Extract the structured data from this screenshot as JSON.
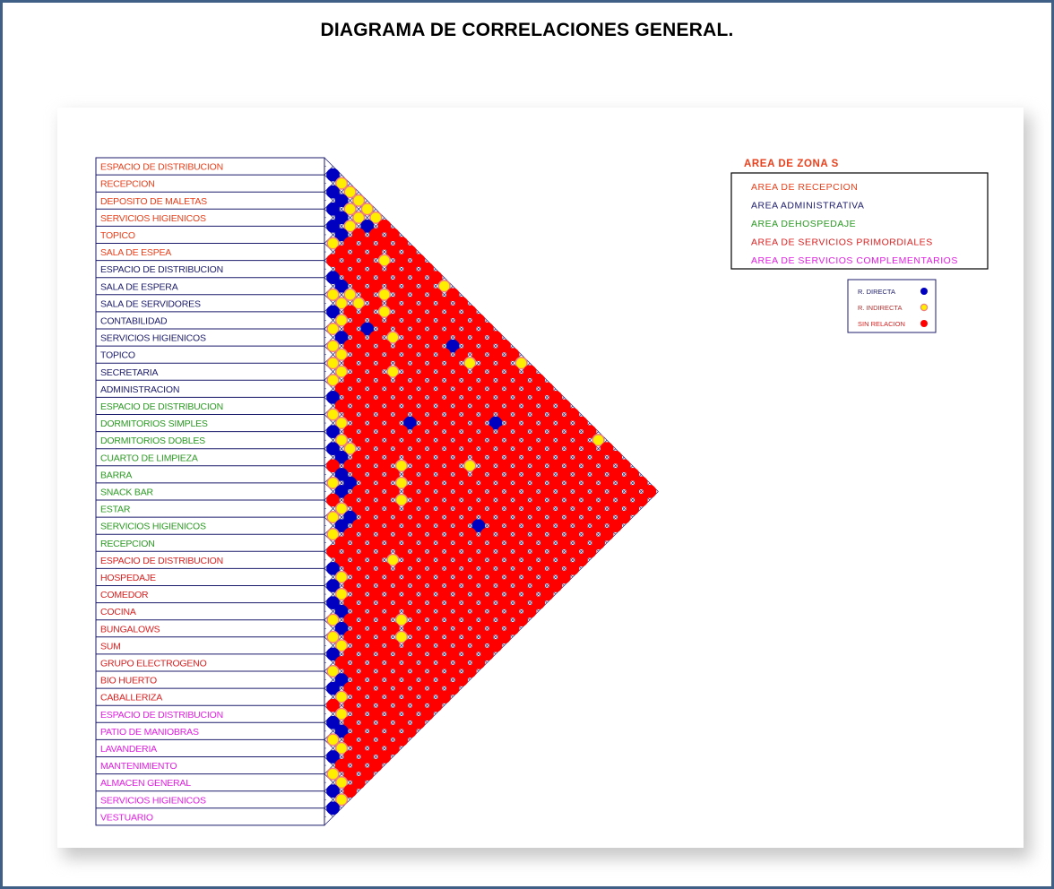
{
  "title": "DIAGRAMA DE CORRELACIONES GENERAL",
  "title_suffix": ".",
  "colors": {
    "direct": "#0000c0",
    "indirect": "#ffee00",
    "none": "#ff0000",
    "zone_recepcion": "#e8401c",
    "zone_administrativa": "#1b1b6b",
    "zone_hospedaje": "#2a9a22",
    "zone_primordiales": "#d82020",
    "zone_complementarios": "#e020e0",
    "frame": "#3f5f86"
  },
  "rows": [
    {
      "label": "ESPACIO DE DISTRIBUCION",
      "zone": "recepcion"
    },
    {
      "label": "RECEPCION",
      "zone": "recepcion"
    },
    {
      "label": "DEPOSITO DE MALETAS",
      "zone": "recepcion"
    },
    {
      "label": "SERVICIOS HIGIENICOS",
      "zone": "recepcion"
    },
    {
      "label": "TOPICO",
      "zone": "recepcion"
    },
    {
      "label": "SALA DE ESPEA",
      "zone": "recepcion"
    },
    {
      "label": "ESPACIO DE DISTRIBUCION",
      "zone": "administrativa"
    },
    {
      "label": "SALA DE ESPERA",
      "zone": "administrativa"
    },
    {
      "label": "SALA DE SERVIDORES",
      "zone": "administrativa"
    },
    {
      "label": "CONTABILIDAD",
      "zone": "administrativa"
    },
    {
      "label": "SERVICIOS HIGIENICOS",
      "zone": "administrativa"
    },
    {
      "label": "TOPICO",
      "zone": "administrativa"
    },
    {
      "label": "SECRETARIA",
      "zone": "administrativa"
    },
    {
      "label": "ADMINISTRACION",
      "zone": "administrativa"
    },
    {
      "label": "ESPACIO DE DISTRIBUCION",
      "zone": "hospedaje"
    },
    {
      "label": "DORMITORIOS SIMPLES",
      "zone": "hospedaje"
    },
    {
      "label": "DORMITORIOS DOBLES",
      "zone": "hospedaje"
    },
    {
      "label": "CUARTO DE LIMPIEZA",
      "zone": "hospedaje"
    },
    {
      "label": "BARRA",
      "zone": "hospedaje"
    },
    {
      "label": "SNACK BAR",
      "zone": "hospedaje"
    },
    {
      "label": "ESTAR",
      "zone": "hospedaje"
    },
    {
      "label": "SERVICIOS HIGIENICOS",
      "zone": "hospedaje"
    },
    {
      "label": "RECEPCION",
      "zone": "hospedaje"
    },
    {
      "label": "ESPACIO DE DISTRIBUCION",
      "zone": "primordiales"
    },
    {
      "label": "HOSPEDAJE",
      "zone": "primordiales"
    },
    {
      "label": "COMEDOR",
      "zone": "primordiales"
    },
    {
      "label": "COCINA",
      "zone": "primordiales"
    },
    {
      "label": "BUNGALOWS",
      "zone": "primordiales"
    },
    {
      "label": "SUM",
      "zone": "primordiales"
    },
    {
      "label": "GRUPO ELECTROGENO",
      "zone": "primordiales"
    },
    {
      "label": "BIO HUERTO",
      "zone": "primordiales"
    },
    {
      "label": "CABALLERIZA",
      "zone": "primordiales"
    },
    {
      "label": "ESPACIO DE DISTRIBUCION",
      "zone": "complementarios"
    },
    {
      "label": "PATIO DE MANIOBRAS",
      "zone": "complementarios"
    },
    {
      "label": "LAVANDERIA",
      "zone": "complementarios"
    },
    {
      "label": "MANTENIMIENTO",
      "zone": "complementarios"
    },
    {
      "label": "ALMACEN GENERAL",
      "zone": "complementarios"
    },
    {
      "label": "SERVICIOS HIGIENICOS",
      "zone": "complementarios"
    },
    {
      "label": "VESTUARIO",
      "zone": "complementarios"
    }
  ],
  "matrix": {
    "default_relation": "none",
    "direct_pairs": [
      [
        0,
        1
      ],
      [
        1,
        2
      ],
      [
        1,
        3
      ],
      [
        2,
        3
      ],
      [
        2,
        4
      ],
      [
        3,
        4
      ],
      [
        3,
        5
      ],
      [
        1,
        6
      ],
      [
        6,
        7
      ],
      [
        6,
        8
      ],
      [
        8,
        9
      ],
      [
        9,
        11
      ],
      [
        7,
        12
      ],
      [
        13,
        14
      ],
      [
        15,
        16
      ],
      [
        16,
        17
      ],
      [
        16,
        18
      ],
      [
        17,
        19
      ],
      [
        17,
        20
      ],
      [
        18,
        20
      ],
      [
        19,
        22
      ],
      [
        20,
        22
      ],
      [
        23,
        24
      ],
      [
        24,
        25
      ],
      [
        25,
        26
      ],
      [
        25,
        27
      ],
      [
        26,
        28
      ],
      [
        28,
        29
      ],
      [
        29,
        31
      ],
      [
        30,
        31
      ],
      [
        32,
        33
      ],
      [
        32,
        34
      ],
      [
        34,
        35
      ],
      [
        36,
        37
      ],
      [
        37,
        38
      ],
      [
        3,
        18
      ],
      [
        10,
        20
      ],
      [
        5,
        25
      ],
      [
        12,
        30
      ]
    ],
    "indirect_pairs": [
      [
        0,
        2
      ],
      [
        0,
        3
      ],
      [
        0,
        4
      ],
      [
        0,
        5
      ],
      [
        1,
        4
      ],
      [
        1,
        5
      ],
      [
        2,
        5
      ],
      [
        4,
        5
      ],
      [
        6,
        9
      ],
      [
        6,
        10
      ],
      [
        7,
        8
      ],
      [
        7,
        9
      ],
      [
        8,
        10
      ],
      [
        9,
        10
      ],
      [
        10,
        11
      ],
      [
        10,
        12
      ],
      [
        11,
        12
      ],
      [
        11,
        13
      ],
      [
        12,
        13
      ],
      [
        14,
        15
      ],
      [
        14,
        16
      ],
      [
        15,
        17
      ],
      [
        15,
        18
      ],
      [
        18,
        19
      ],
      [
        19,
        21
      ],
      [
        20,
        21
      ],
      [
        21,
        22
      ],
      [
        23,
        25
      ],
      [
        24,
        26
      ],
      [
        26,
        27
      ],
      [
        27,
        28
      ],
      [
        27,
        29
      ],
      [
        29,
        30
      ],
      [
        30,
        32
      ],
      [
        31,
        33
      ],
      [
        33,
        34
      ],
      [
        33,
        35
      ],
      [
        35,
        36
      ],
      [
        35,
        37
      ],
      [
        36,
        38
      ],
      [
        0,
        6
      ],
      [
        0,
        14
      ],
      [
        0,
        23
      ],
      [
        0,
        32
      ],
      [
        6,
        14
      ],
      [
        14,
        23
      ],
      [
        23,
        32
      ],
      [
        2,
        9
      ],
      [
        4,
        11
      ],
      [
        8,
        16
      ],
      [
        13,
        22
      ],
      [
        19,
        27
      ],
      [
        22,
        31
      ],
      [
        5,
        12
      ],
      [
        3,
        20
      ],
      [
        9,
        26
      ],
      [
        15,
        24
      ]
    ]
  },
  "legend_zones": {
    "heading": "AREA DE ZONA S",
    "items": [
      {
        "label": "AREA DE RECEPCION",
        "zone": "recepcion"
      },
      {
        "label": "AREA ADMINISTRATIVA",
        "zone": "administrativa"
      },
      {
        "label": "AREA DEHOSPEDAJE",
        "zone": "hospedaje"
      },
      {
        "label": "AREA DE SERVICIOS PRIMORDIALES",
        "zone": "primordiales"
      },
      {
        "label": "AREA DE SERVICIOS COMPLEMENTARIOS",
        "zone": "complementarios"
      }
    ]
  },
  "legend_relations": [
    {
      "label": "R. DIRECTA",
      "relation": "direct"
    },
    {
      "label": "R. INDIRECTA",
      "relation": "indirect"
    },
    {
      "label": "SIN RELACION",
      "relation": "none"
    }
  ]
}
